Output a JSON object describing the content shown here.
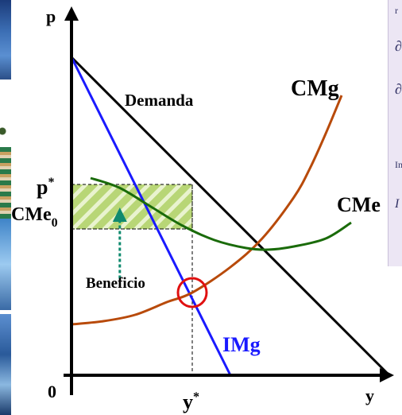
{
  "chart_data": {
    "type": "line",
    "title": "",
    "xlabel": "y",
    "ylabel": "p",
    "origin_label": "0",
    "xlim": [
      0,
      10
    ],
    "ylim": [
      0,
      10
    ],
    "grid": false,
    "series": [
      {
        "name": "Demanda",
        "color": "#000000",
        "x": [
          0,
          10
        ],
        "y": [
          10,
          0
        ]
      },
      {
        "name": "IMg",
        "color": "#1a1aff",
        "x": [
          0,
          5
        ],
        "y": [
          10,
          0
        ]
      },
      {
        "name": "CMg",
        "color": "#b84a0a",
        "x": [
          0,
          1,
          2,
          3,
          3.8,
          5,
          6,
          7,
          7.5,
          8,
          8.5
        ],
        "y": [
          1.6,
          1.7,
          1.9,
          2.3,
          2.6,
          3.4,
          4.3,
          5.6,
          6.5,
          7.6,
          8.8
        ]
      },
      {
        "name": "CMe",
        "color": "#1a6b0a",
        "x": [
          0.6,
          1.5,
          2.5,
          3.5,
          4.5,
          5.5,
          6.2,
          7,
          8,
          8.8
        ],
        "y": [
          6.2,
          5.9,
          5.3,
          4.7,
          4.25,
          4.0,
          3.95,
          4.05,
          4.3,
          4.8
        ]
      }
    ],
    "annotations": {
      "p_star_label": "p",
      "p_star_sup": "*",
      "cme0_label": "CMe",
      "cme0_sub": "0",
      "y_star_label": "y",
      "y_star_sup": "*",
      "profit_label": "Beneficio",
      "demand_label": "Demanda",
      "cmg_label": "CMg",
      "cme_label": "CMe",
      "img_label": "IMg"
    },
    "points": {
      "y_star": 3.8,
      "p_star": 6.0,
      "cme0": 4.6,
      "img_cmg_intersection": [
        3.8,
        2.6
      ]
    },
    "colors": {
      "profit_fill": "#b8d676",
      "profit_stripe": "#e9f3cf",
      "profit_arrow": "#0f8a6e",
      "marker": "#e01010"
    }
  },
  "side_panel": {
    "line1": "r",
    "line2": "∂",
    "line3": "∂",
    "line4": "In",
    "line5": "I"
  }
}
